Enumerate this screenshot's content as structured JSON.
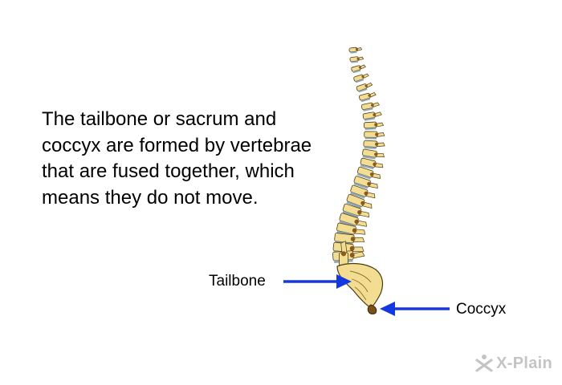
{
  "main": {
    "description": "The tailbone or sacrum and coccyx are formed by vertebrae that are fused together, which means they do not move."
  },
  "labels": {
    "tailbone": "Tailbone",
    "coccyx": "Coccyx"
  },
  "watermark": {
    "text": "X-Plain",
    "icon": "x-plain-figure-icon"
  },
  "colors": {
    "bone": "#f2dd93",
    "bone_outline": "#4a3c10",
    "disc": "#8fa7b8",
    "pedicle": "#8a5a1f",
    "arrow": "#1438e0",
    "watermark": "#c4c4c4"
  }
}
